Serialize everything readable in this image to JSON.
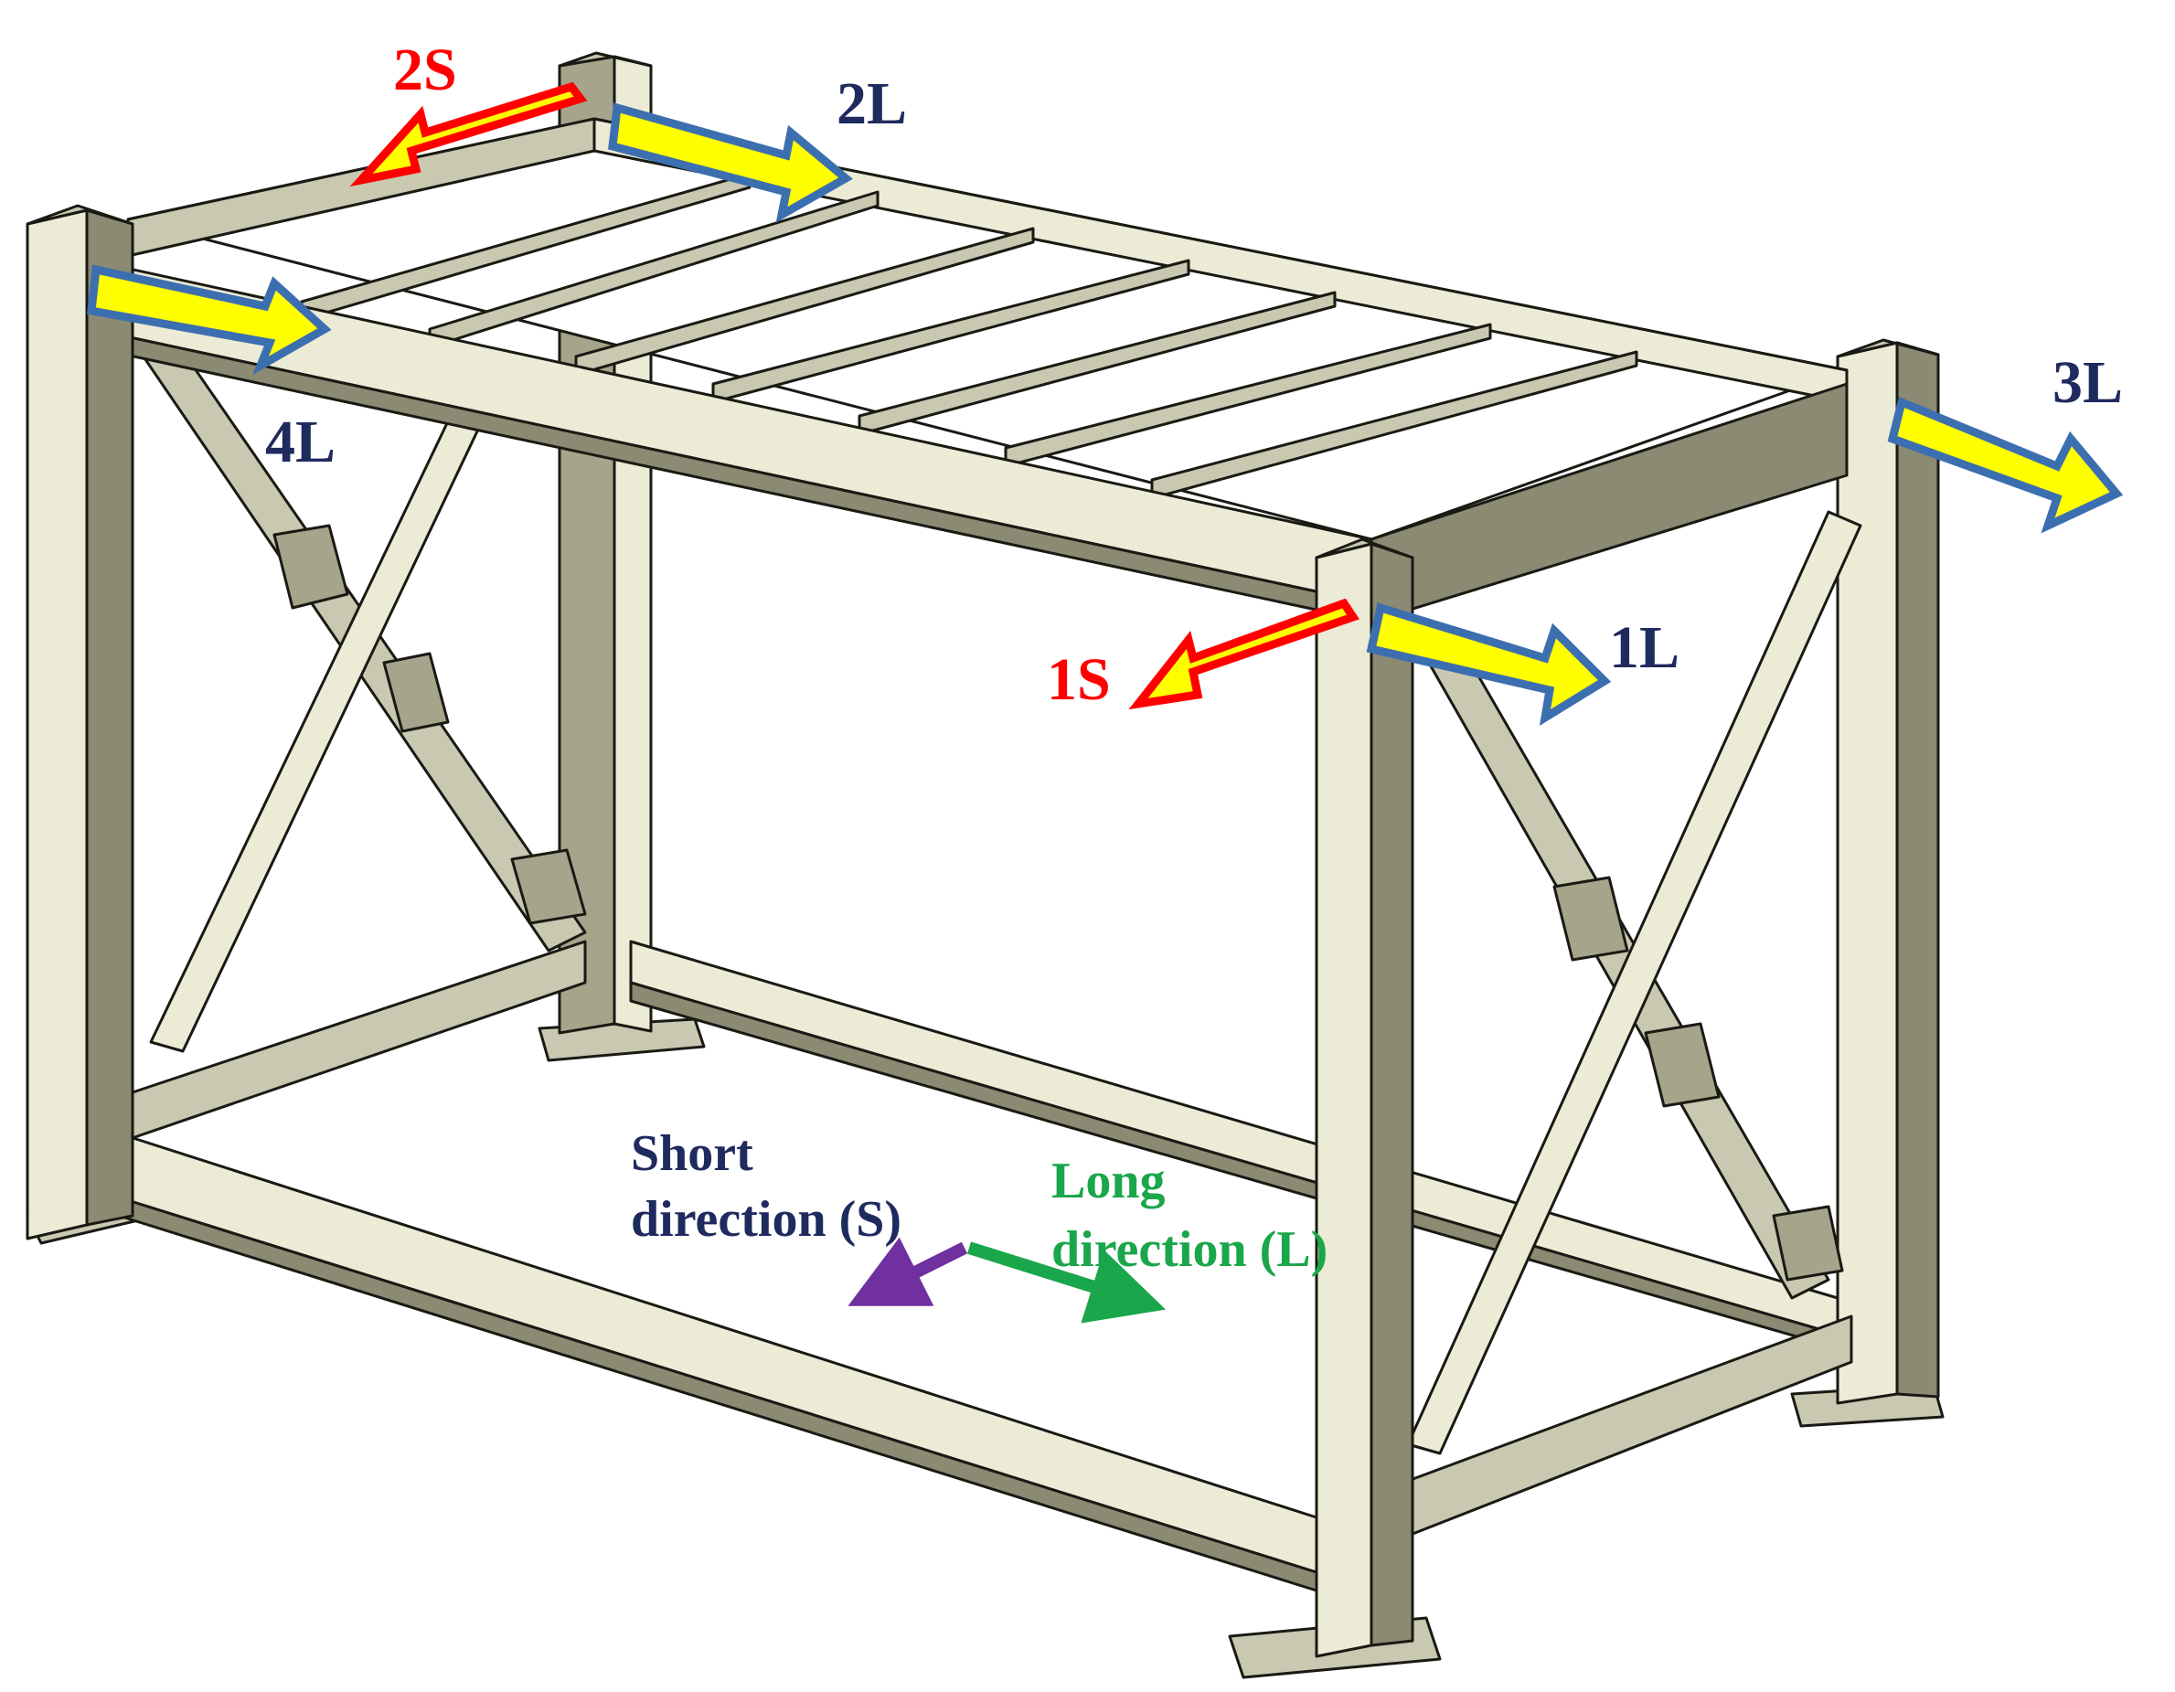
{
  "colors": {
    "steel_light": "#ecebd6",
    "steel_mid": "#c9c8b0",
    "steel_dark": "#8b8a72",
    "steel_shadow": "#a6a58c",
    "edge": "#1a1a14",
    "arrow_fill": "#ffff00",
    "arrow_edge_long": "#3c6fb0",
    "arrow_edge_short": "#ff0000",
    "label_long": "#1f2a5e",
    "label_short": "#ff0000",
    "short_dir": "#7030a0",
    "long_dir": "#1aa64a"
  },
  "labels": {
    "2S": "2S",
    "2L": "2L",
    "4L": "4L",
    "3L": "3L",
    "1S": "1S",
    "1L": "1L"
  },
  "legend": {
    "short_line1": "Short",
    "short_line2": "direction (S)",
    "long_line1": "Long",
    "long_line2": "direction (L)"
  }
}
